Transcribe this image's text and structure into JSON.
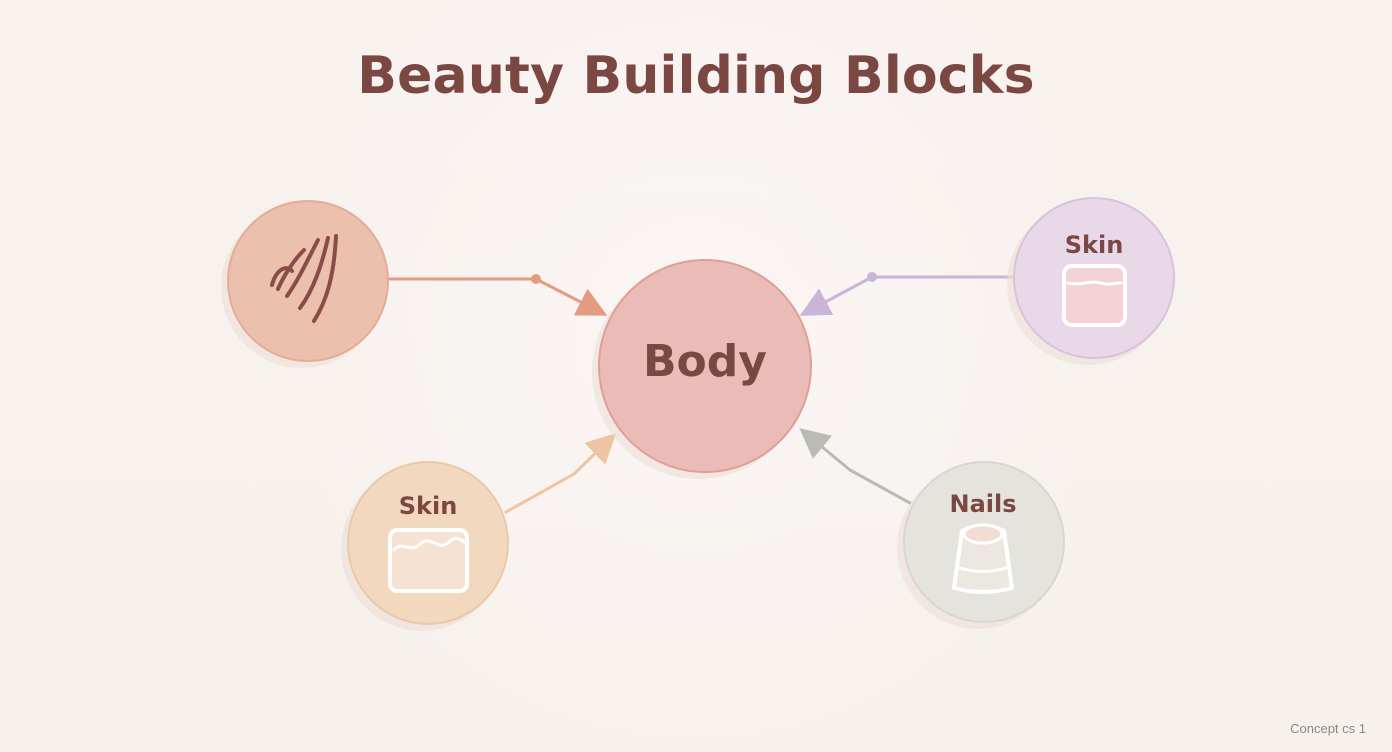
{
  "title": "Beauty Building Blocks",
  "nodes": {
    "hair": {
      "icon": "hair-strands-icon"
    },
    "center": {
      "label": "Body"
    },
    "skin_right": {
      "label": "Skin",
      "icon": "skin-jar-icon"
    },
    "skin_left": {
      "label": "Skin",
      "icon": "skin-container-icon"
    },
    "nails": {
      "label": "Nails",
      "icon": "nail-cup-icon"
    }
  },
  "footer": {
    "text": "Concept cs 1"
  },
  "colors": {
    "background": "#f7f1ed",
    "text": "#7b4743",
    "hair_line": "#e59a82",
    "skin_right_line": "#c8b5d7",
    "skin_left_line": "#efc4a2",
    "nails_line": "#b9bbb2"
  }
}
